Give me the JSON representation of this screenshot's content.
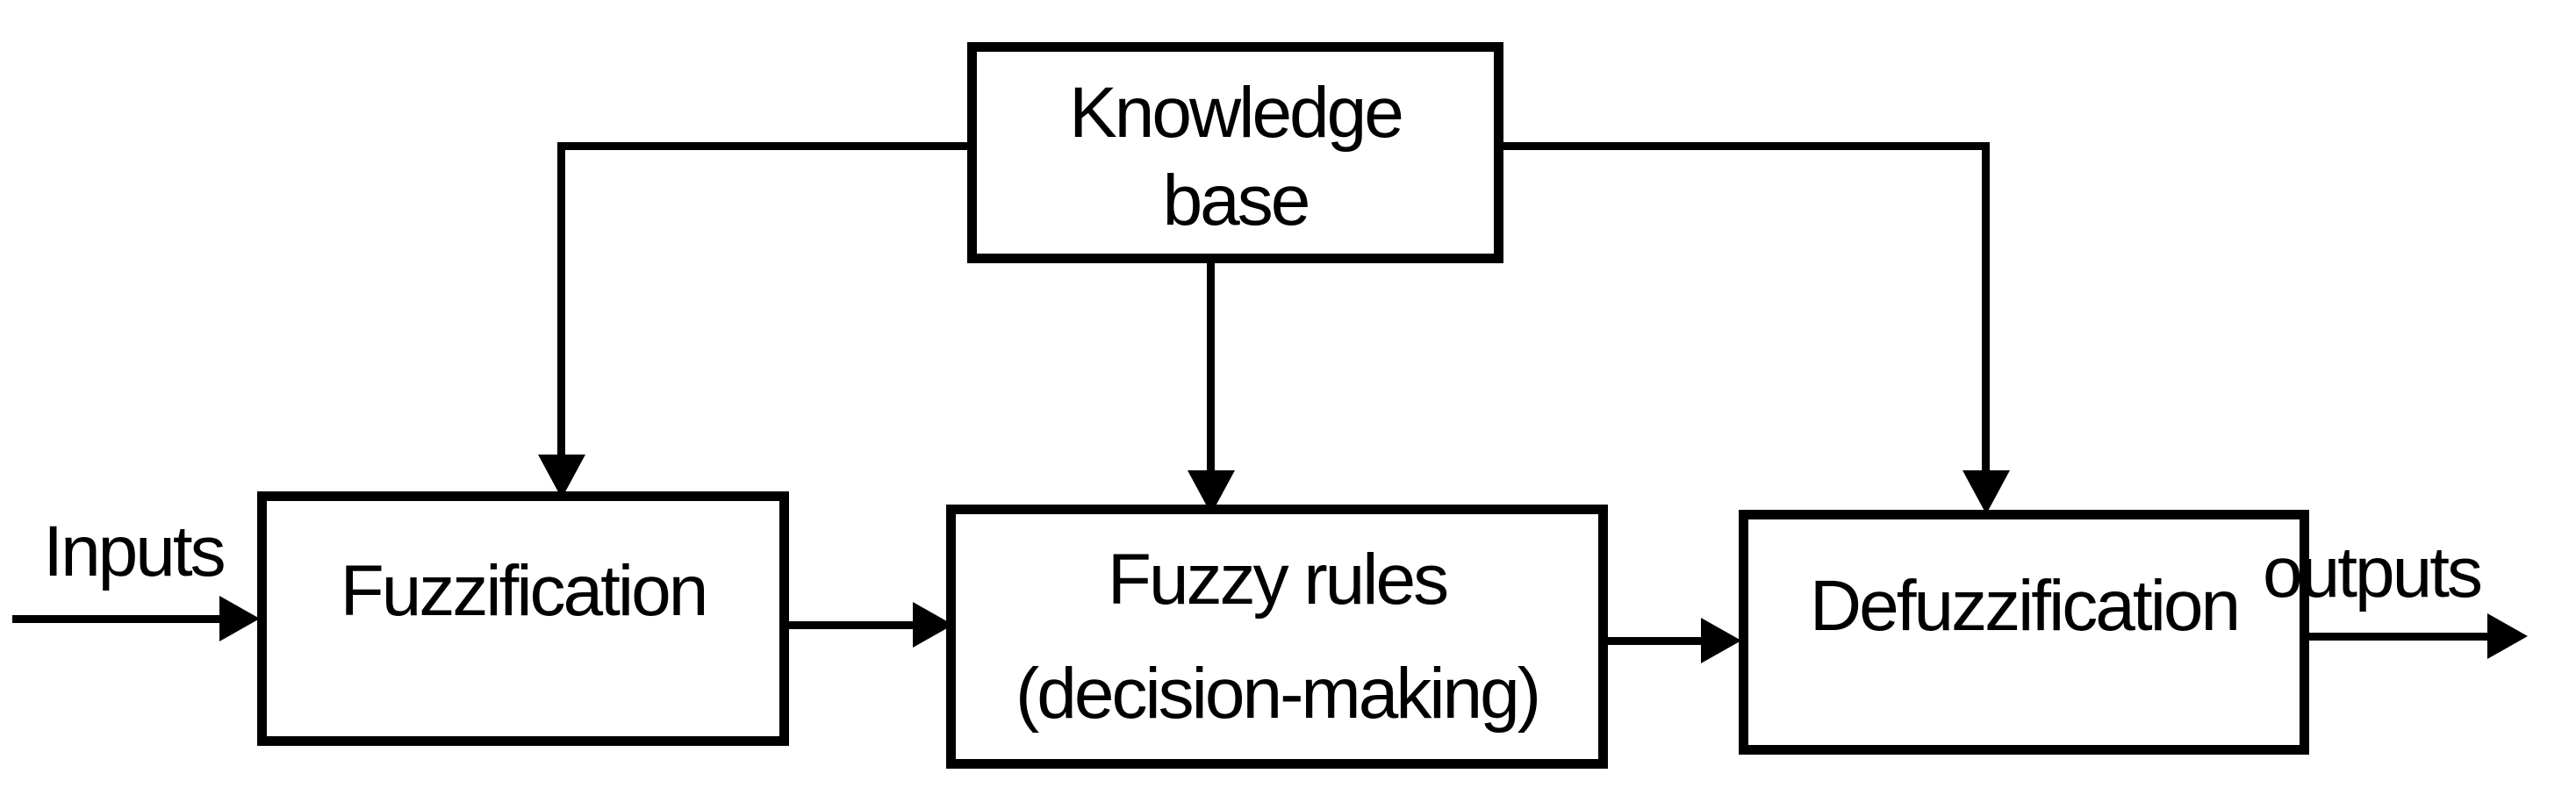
{
  "canvas": {
    "background_color": "#ffffff",
    "stroke_color": "#000000",
    "text_color": "#000000"
  },
  "nodes": {
    "knowledge_base": {
      "line1": "Knowledge",
      "line2": "base"
    },
    "fuzzification": {
      "label": "Fuzzification"
    },
    "fuzzy_rules": {
      "line1": "Fuzzy rules",
      "line2": "(decision-making)"
    },
    "defuzzification": {
      "label": "Defuzzification"
    }
  },
  "io_labels": {
    "input": "Inputs",
    "output": "outputs"
  },
  "edges": [
    {
      "from": "inputs",
      "to": "fuzzification",
      "type": "arrow"
    },
    {
      "from": "fuzzification",
      "to": "fuzzy_rules",
      "type": "arrow"
    },
    {
      "from": "fuzzy_rules",
      "to": "defuzzification",
      "type": "arrow"
    },
    {
      "from": "defuzzification",
      "to": "outputs",
      "type": "arrow"
    },
    {
      "from": "knowledge_base",
      "to": "fuzzification",
      "type": "arrow"
    },
    {
      "from": "knowledge_base",
      "to": "fuzzy_rules",
      "type": "arrow"
    },
    {
      "from": "knowledge_base",
      "to": "defuzzification",
      "type": "arrow"
    }
  ]
}
